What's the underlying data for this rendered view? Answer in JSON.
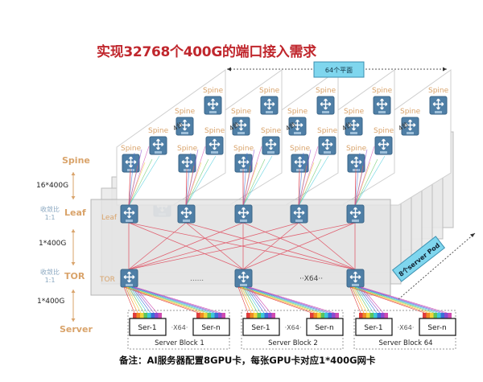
{
  "title": "实现32768个400G的端口接入需求",
  "plane_label": "64个平面",
  "pod_label": "8个server Pod",
  "left_axis": {
    "spine": "Spine",
    "bw_spine_leaf": "16*400G",
    "ratio_leaf": "收敛比",
    "ratio_leaf_value": "1:1",
    "leaf": "Leaf",
    "bw_leaf_tor": "1*400G",
    "ratio_tor": "收敛比",
    "ratio_tor_value": "1:1",
    "tor": "TOR",
    "bw_tor_server": "1*400G",
    "server": "Server"
  },
  "inner_labels": {
    "spine": "Spine",
    "spine_count": "4台",
    "leaf": "Leaf",
    "tor": "TOR",
    "dots": "......",
    "x64": "X64"
  },
  "server_blocks": [
    {
      "label": "Server Block 1",
      "first": "Ser-1",
      "last": "Ser-n",
      "mult": "X64"
    },
    {
      "label": "Server Block 2",
      "first": "Ser-1",
      "last": "Ser-n",
      "mult": "X64"
    },
    {
      "label": "Server Block 64",
      "first": "Ser-1",
      "last": "Ser-n",
      "mult": "X64"
    }
  ],
  "footnote": "备注：AI服务器配置8GPU卡，每张GPU卡对应1*400G网卡",
  "colors": {
    "title": "#c0272d",
    "switch": "#4f7fa6",
    "link_red": "#e06070",
    "tier_label": "#d9a36a",
    "callout": "#7fd6ee"
  },
  "link_colors": [
    "#e03c3c",
    "#f08a24",
    "#f2d33a",
    "#5cc45c",
    "#3cc8d8",
    "#3c6fd8",
    "#8a4bd0",
    "#d04bb0"
  ]
}
